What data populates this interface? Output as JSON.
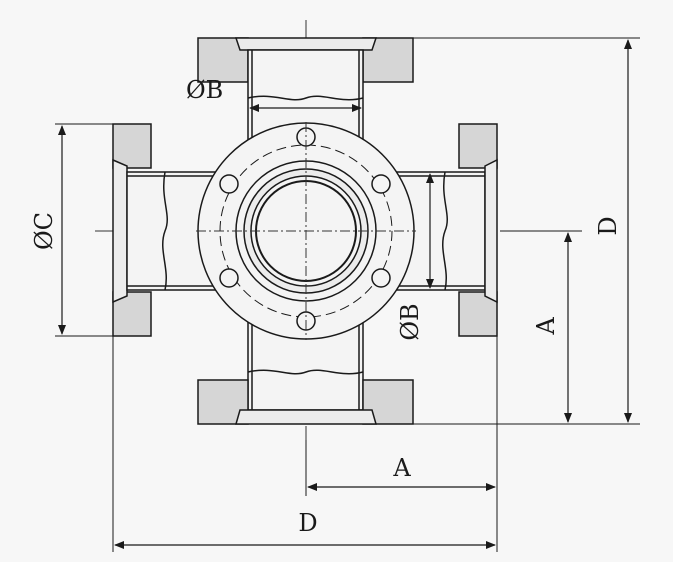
{
  "diagram": {
    "labels": {
      "dia_b_top": "ØB",
      "dia_b_right": "ØB",
      "dia_c_left": "ØC",
      "dim_a_right": "A",
      "dim_a_bottom": "A",
      "dim_d_right": "D",
      "dim_d_bottom": "D"
    },
    "colors": {
      "background": "#f7f7f7",
      "line": "#1a1a1a",
      "fill_grey": "#d6d6d6",
      "fill_light": "#ececec",
      "fill_body": "#f4f4f4"
    }
  }
}
